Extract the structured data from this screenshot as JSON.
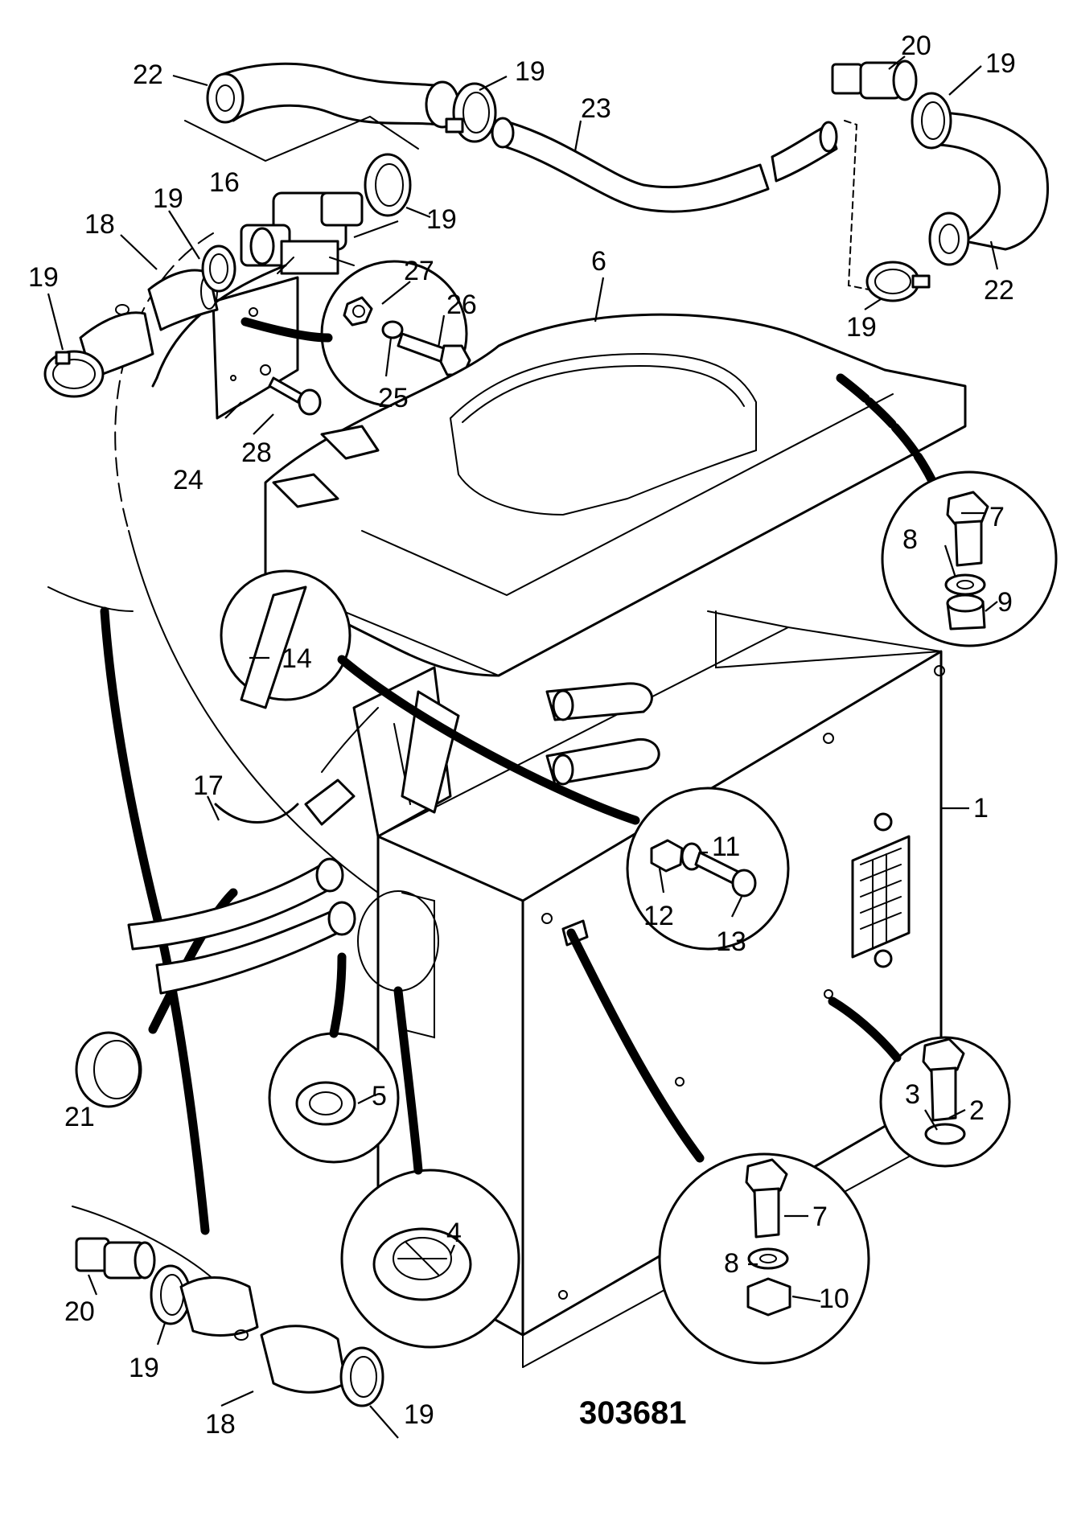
{
  "drawing_number": "303681",
  "labels": {
    "l1": "1",
    "l2": "2",
    "l3": "3",
    "l4": "4",
    "l5": "5",
    "l6": "6",
    "l7a": "7",
    "l7b": "7",
    "l8a": "8",
    "l8b": "8",
    "l9": "9",
    "l10": "10",
    "l11": "11",
    "l12": "12",
    "l13": "13",
    "l14": "14",
    "l16": "16",
    "l17": "17",
    "l18a": "18",
    "l18b": "18",
    "l19a": "19",
    "l19b": "19",
    "l19c": "19",
    "l19d": "19",
    "l19e": "19",
    "l19f": "19",
    "l19g": "19",
    "l19h": "19",
    "l20a": "20",
    "l20b": "20",
    "l21": "21",
    "l22a": "22",
    "l22b": "22",
    "l23": "23",
    "l24": "24",
    "l25": "25",
    "l26": "26",
    "l27": "27",
    "l28": "28"
  }
}
